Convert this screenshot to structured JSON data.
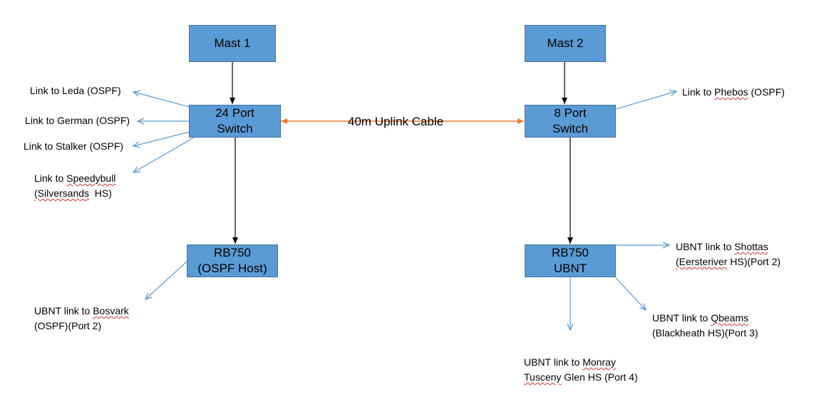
{
  "nodes": {
    "mast1": "Mast 1",
    "mast2": "Mast 2",
    "switch24": "24 Port\nSwitch",
    "switch8": "8 Port\nSwitch",
    "rb750_ospf": "RB750\n(OSPF Host)",
    "rb750_ubnt": "RB750\nUBNT"
  },
  "uplink_label": "40m Uplink Cable",
  "links": {
    "leda": "Link to Leda (OSPF)",
    "german": "Link to German (OSPF)",
    "stalker": "Link to Stalker (OSPF)",
    "speedybull": {
      "pre": "Link to ",
      "name": "Speedybull",
      "l2_name": "(Silversands",
      "l2_post": "  HS)"
    },
    "phebos": {
      "pre": "Link to ",
      "name": "Phebos",
      "post": " (OSPF)"
    },
    "bosvark": {
      "pre": "UBNT link to ",
      "name": "Bosvark",
      "l2": "(OSPF)(Port 2)"
    },
    "shottas": {
      "pre": "UBNT link to ",
      "name": "Shottas",
      "l2_name": "(Eersteriver",
      "l2_post": " HS)(Port 2)"
    },
    "qbeams": {
      "pre": "UBNT link to ",
      "name": "Qbeams",
      "l2": "(Blackheath HS)(Port 3)"
    },
    "monray": {
      "pre": "UBNT link to ",
      "name": "Monray",
      "l2_name": "Tusceny",
      "l2_post": " Glen HS (Port 4)"
    }
  },
  "colors": {
    "box_fill": "#5b9bd5",
    "box_border": "#41719c",
    "link_arrow": "#5b9bd5",
    "uplink_arrow": "#ed7d31",
    "hierarchy_arrow": "#000000",
    "spellcheck_underline": "#e03030"
  }
}
